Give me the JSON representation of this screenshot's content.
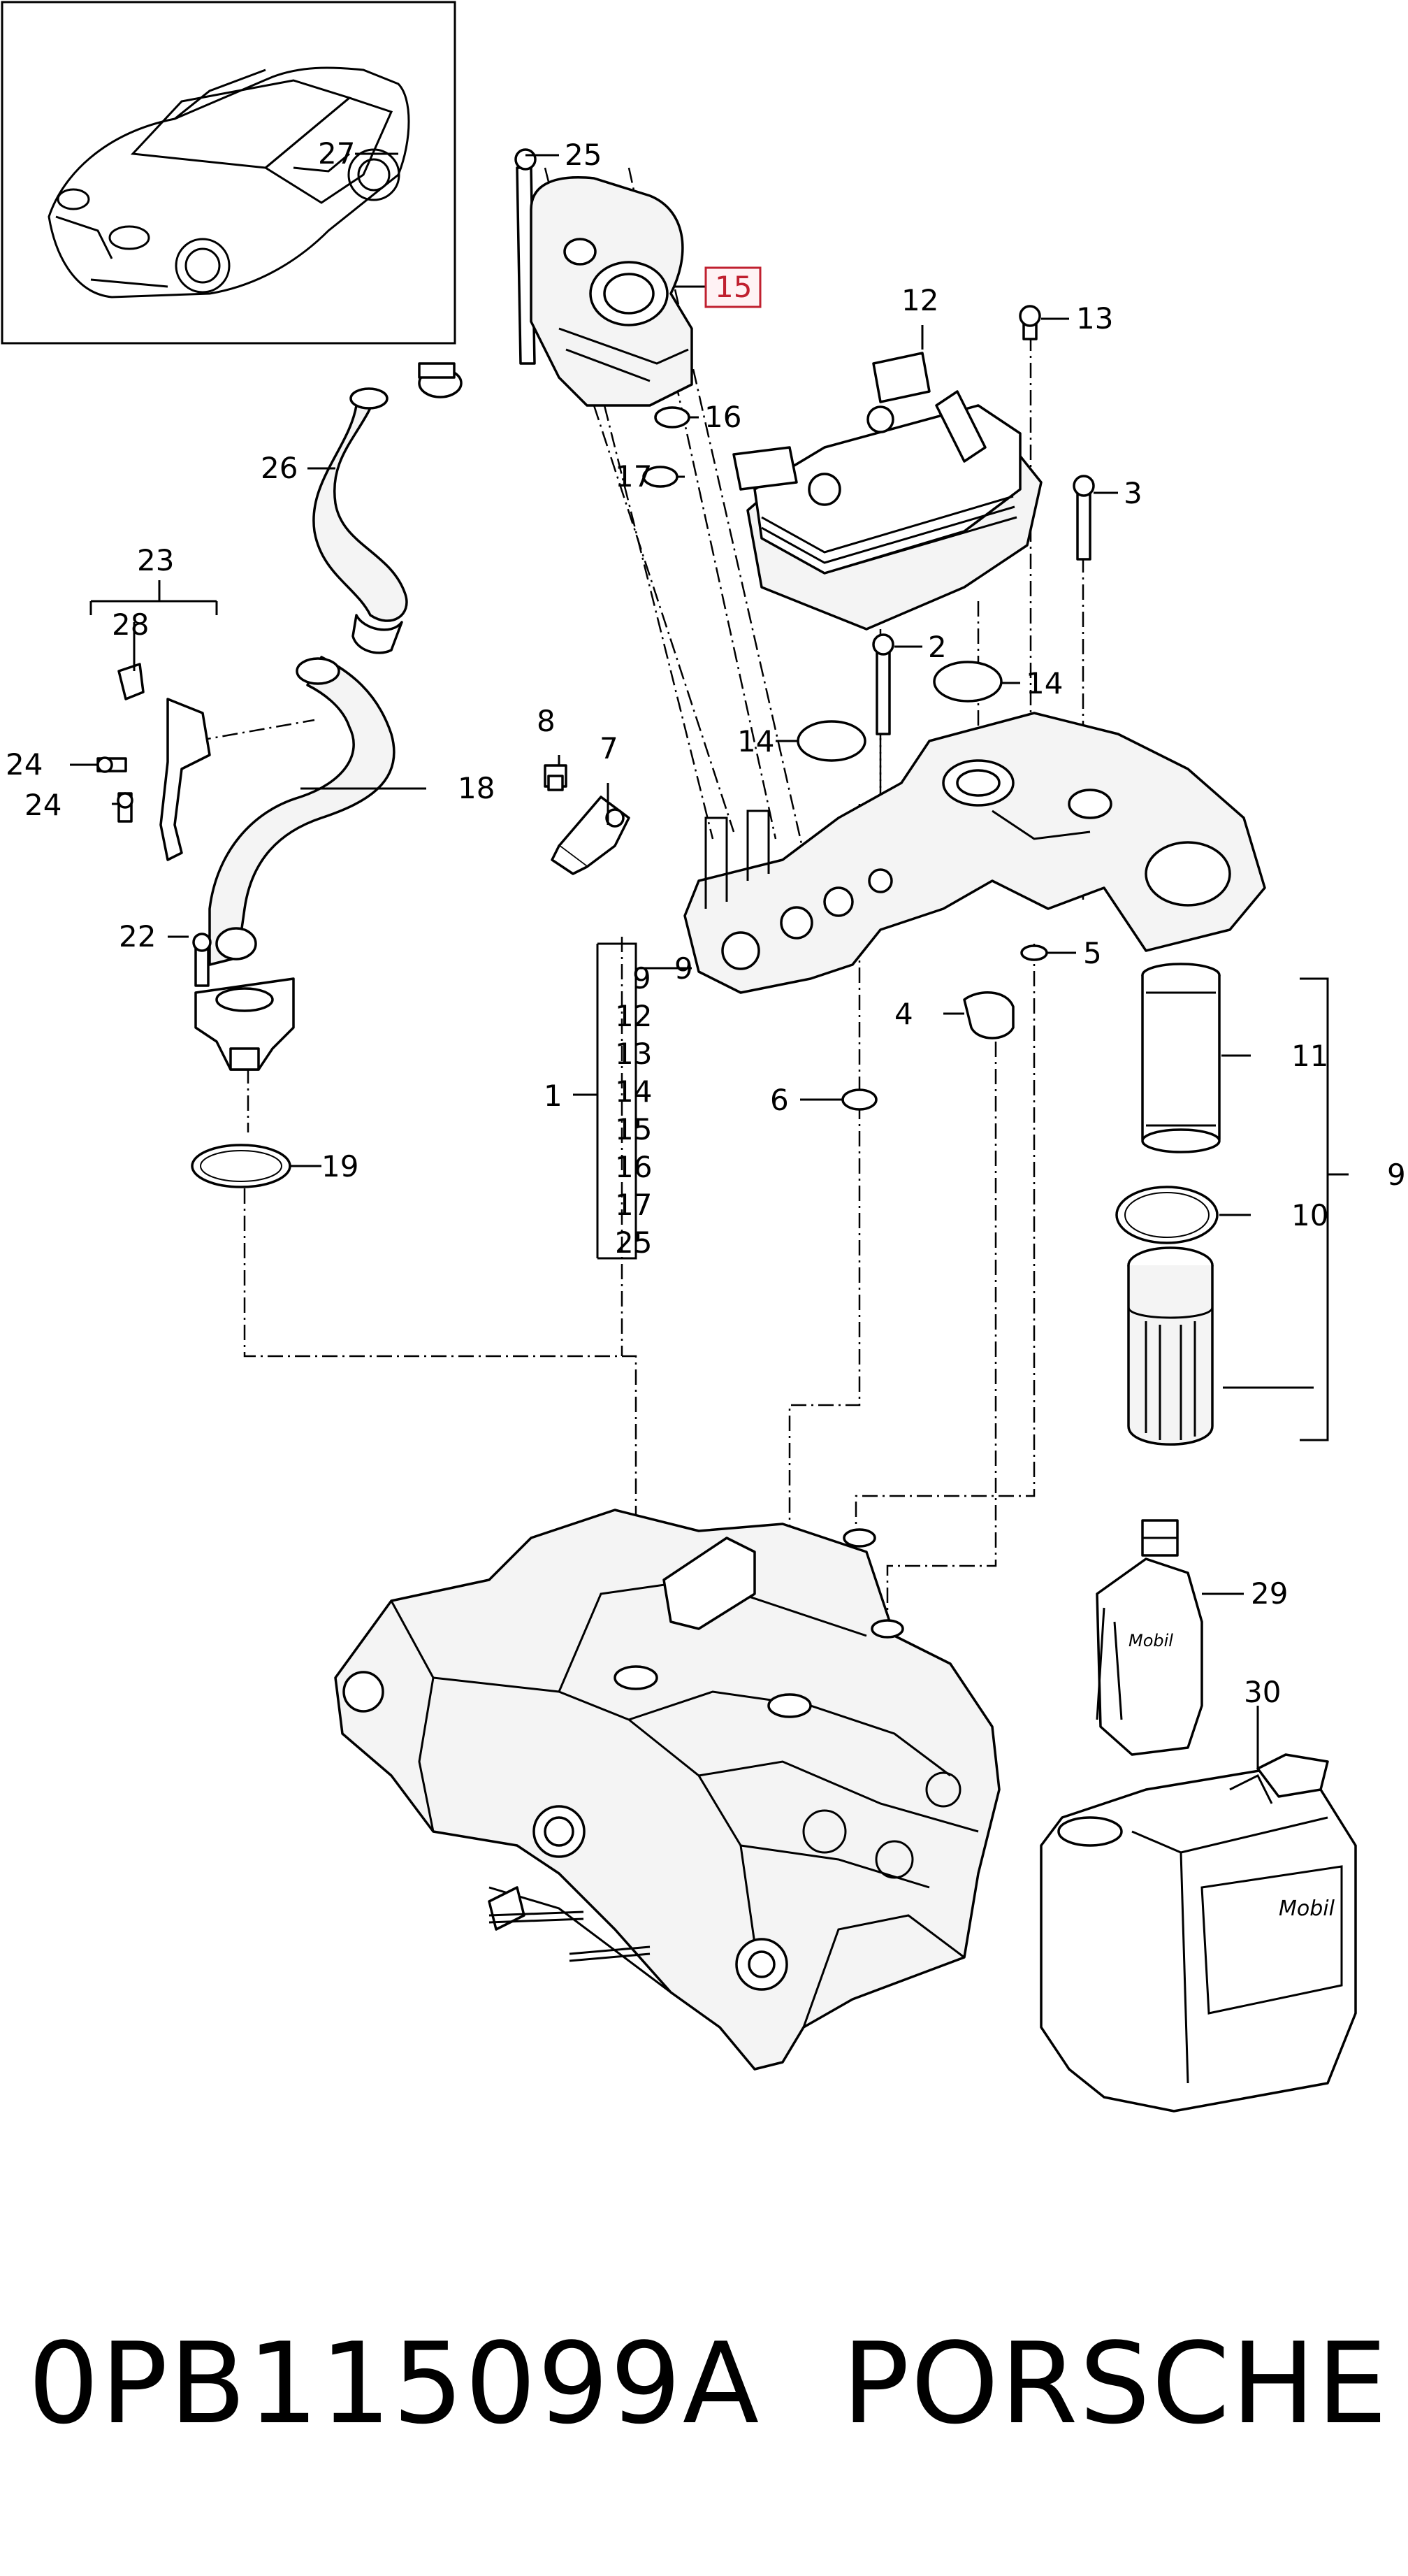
{
  "callouts": {
    "c1": "1",
    "c2": "2",
    "c3": "3",
    "c4": "4",
    "c5": "5",
    "c6": "6",
    "c7": "7",
    "c8": "8",
    "c9": "9",
    "c10": "10",
    "c11": "11",
    "c12": "12",
    "c13": "13",
    "c14": "14",
    "c15": "15",
    "c16": "16",
    "c17": "17",
    "c18": "18",
    "c19": "19",
    "c22": "22",
    "c23": "23",
    "c24": "24",
    "c25": "25",
    "c26": "26",
    "c27": "27",
    "c28": "28",
    "c29": "29",
    "c30": "30"
  },
  "group1_list": [
    "9",
    "12",
    "13",
    "14",
    "15",
    "16",
    "17",
    "25"
  ],
  "bottle_brand": "Mobil",
  "canister_brand": "Mobil",
  "footer": {
    "part_number": "0PB115099A",
    "brand": "PORSCHE"
  },
  "highlight_color": "#c0202f"
}
